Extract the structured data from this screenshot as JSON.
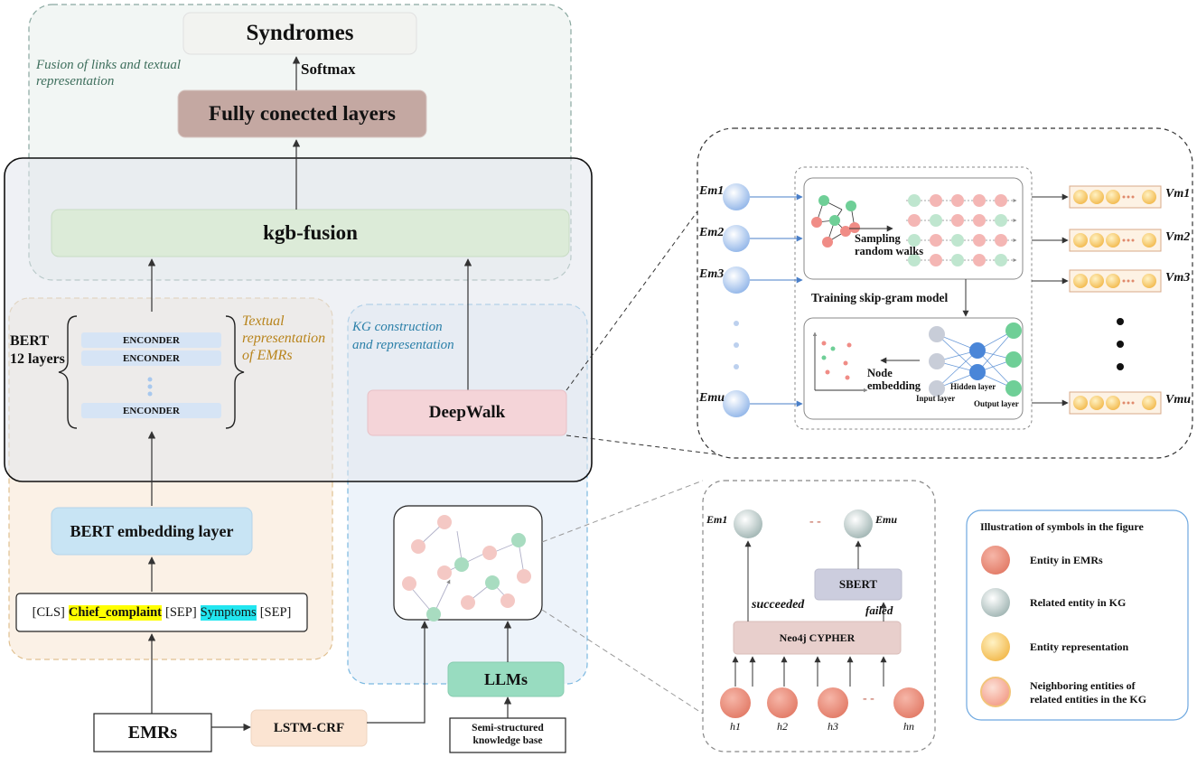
{
  "main": {
    "syndromes": "Syndromes",
    "softmax": "Softmax",
    "fusion_label": "Fusion of links and textual representation",
    "fully_connected": "Fully conected layers",
    "kgb_fusion": "kgb-fusion",
    "bert_label": "BERT\n12 layers",
    "encoder": "ENCONDER",
    "textual_label": "Textual representation of EMRs",
    "kg_label": "KG construction and representation",
    "deepwalk": "DeepWalk",
    "bert_embedding": "BERT embedding layer",
    "input_tokens": {
      "cls": "[CLS]",
      "chief": "Chief_complaint",
      "sep1": "[SEP]",
      "symptoms": "Symptoms",
      "sep2": "[SEP]"
    },
    "emrs": "EMRs",
    "lstm_crf": "LSTM-CRF",
    "llms": "LLMs",
    "semi_structured": "Semi-structured knowledge base"
  },
  "deepwalk_detail": {
    "inputs": [
      "Em1",
      "Em2",
      "Em3",
      "Emu"
    ],
    "outputs": [
      "Vm1",
      "Vm2",
      "Vm3",
      "Vmu"
    ],
    "sampling": "Sampling random walks",
    "training": "Training skip-gram model",
    "node_embedding": "Node embedding",
    "input_layer": "Input layer",
    "hidden_layer": "Hidden layer",
    "output_layer": "Output layer"
  },
  "kg_detail": {
    "em1": "Em1",
    "emu": "Emu",
    "dashes": "- -",
    "sbert": "SBERT",
    "succeeded": "succeeded",
    "failed": "failed",
    "neo4j": "Neo4j CYPHER",
    "h_labels": [
      "h1",
      "h2",
      "h3",
      "hn"
    ],
    "h_dashes": "- -"
  },
  "legend": {
    "title": "Illustration of symbols in the figure",
    "items": [
      {
        "label": "Entity in EMRs",
        "color": "#e8806e"
      },
      {
        "label": "Related entity in KG",
        "color": "#a8b8b8"
      },
      {
        "label": "Entity representation",
        "color": "#f5c45e"
      },
      {
        "label": "Neighboring entities of related entities in the KG",
        "color": "#f4a090"
      }
    ]
  },
  "colors": {
    "softmax_box": "#c4a8a2",
    "kgb_box": "#dcebd8",
    "encoder_bar": "#d6e4f5",
    "bert_embed": "#c8e4f4",
    "deepwalk": "#f4d4d8",
    "llms": "#98dcc0",
    "lstm": "#fbe4d2",
    "sbert": "#cccdde",
    "neo4j": "#e8cfcc"
  }
}
